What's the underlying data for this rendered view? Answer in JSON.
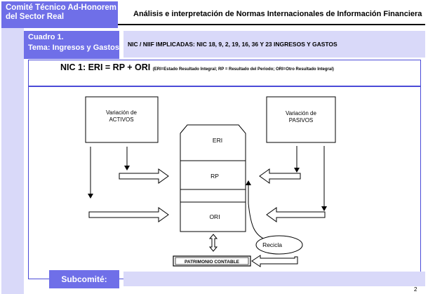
{
  "header": {
    "org_line1": "Comité Técnico Ad-Honorem",
    "org_line2": "del Sector Real",
    "title": "Análisis e interpretación de Normas Internacionales de Información Financiera"
  },
  "cuadro": {
    "line1": "Cuadro 1.",
    "line2": "Tema:  Ingresos y Gastos"
  },
  "nic_implicadas": "NIC / NIIF IMPLICADAS:  NIC 18, 9, 2, 19, 16, 36 Y 23 INGRESOS Y GASTOS",
  "equation": {
    "main": "NIC 1: ERI  = RP + ORI",
    "note": "(ERI=Estado Resultado Integral; RP = Resultado del Periodo; ORI=Otro Resultado Integral)"
  },
  "diagram": {
    "activos_line1": "Variación de",
    "activos_line2": "ACTIVOS",
    "pasivos_line1": "Variación de",
    "pasivos_line2": "PASIVOS",
    "eri": "ERI",
    "rp": "RP",
    "ori": "ORI",
    "recicla": "Recicla",
    "patrimonio": "PATRIMONIO CONTABLE"
  },
  "footer": {
    "subcomite": "Subcomité:",
    "page_marker": "2"
  },
  "colors": {
    "accent": "#6f6fe8",
    "light": "#d9d9f9",
    "border": "#4a4ad8"
  }
}
